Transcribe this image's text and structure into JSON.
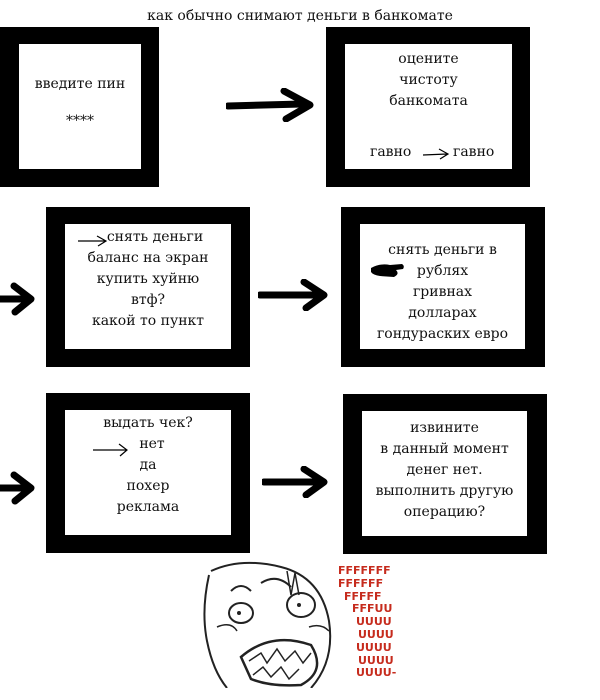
{
  "title": "как обычно снимают деньги в банкомате",
  "panel1": {
    "prompt": "введите пин",
    "pin": "****"
  },
  "panel2": {
    "lines": [
      "оцените",
      "чистоту",
      "банкомата"
    ],
    "choice_left": "гавно",
    "choice_right": "гавно"
  },
  "panel3": {
    "lines": [
      "снять деньги",
      "баланс на экран",
      "купить хуйню",
      "втф?",
      "какой то пункт"
    ]
  },
  "panel4": {
    "lines": [
      "снять деньги в",
      "рублях",
      "гривнах",
      "долларах",
      "гондураских евро"
    ]
  },
  "panel5": {
    "lines": [
      "выдать чек?",
      "нет",
      "да",
      "похер",
      "реклама"
    ]
  },
  "panel6": {
    "lines": [
      "извините",
      "в данный момент",
      "денег нет.",
      "выполнить другую",
      "операцию?"
    ]
  },
  "rage": {
    "lines": [
      "FFFFFFF",
      "FFFFFF",
      "FFFFF",
      "FFFUU",
      "UUUU",
      "UUUU",
      "UUUU",
      "UUUU",
      "UUUU-"
    ]
  },
  "colors": {
    "frame": "#000000",
    "rage_text": "#c62b1d"
  }
}
